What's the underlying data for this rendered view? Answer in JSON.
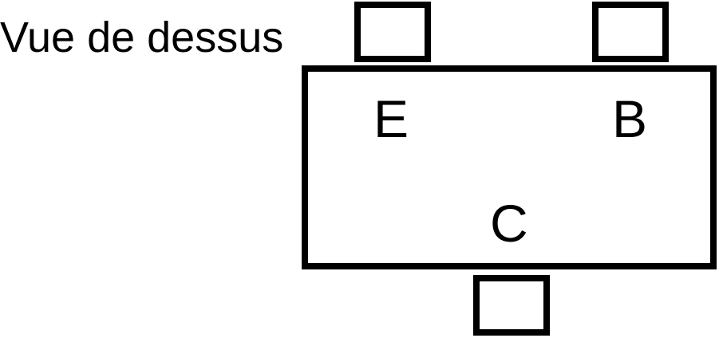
{
  "title": "Vue de dessus",
  "pins": {
    "emitter": "E",
    "base": "B",
    "collector": "C"
  }
}
